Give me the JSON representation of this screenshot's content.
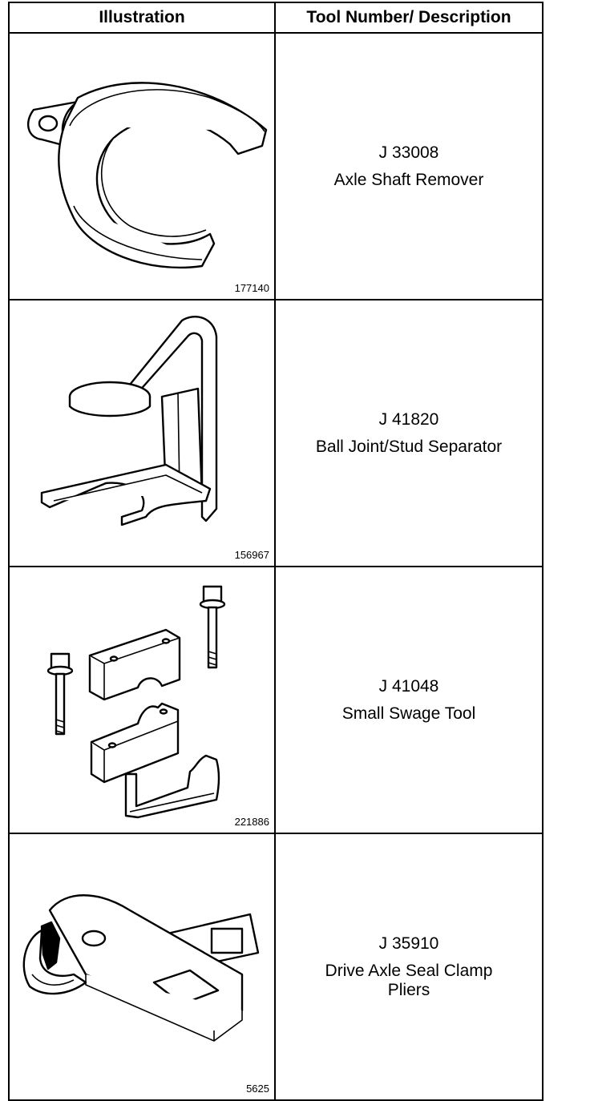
{
  "table": {
    "headers": {
      "illustration": "Illustration",
      "description": "Tool Number/ Description"
    },
    "rows": [
      {
        "figure_id": "177140",
        "illustration_icon": "c-ring-axle-remover-icon",
        "tool_number": "J 33008",
        "description": "Axle Shaft Remover"
      },
      {
        "figure_id": "156967",
        "illustration_icon": "ball-joint-separator-icon",
        "tool_number": "J 41820",
        "description": "Ball Joint/Stud Separator"
      },
      {
        "figure_id": "221886",
        "illustration_icon": "swage-tool-icon",
        "tool_number": "J 41048",
        "description": "Small Swage Tool"
      },
      {
        "figure_id": "5625",
        "illustration_icon": "seal-clamp-pliers-icon",
        "tool_number": "J 35910",
        "description": "Drive Axle Seal Clamp Pliers"
      }
    ]
  }
}
